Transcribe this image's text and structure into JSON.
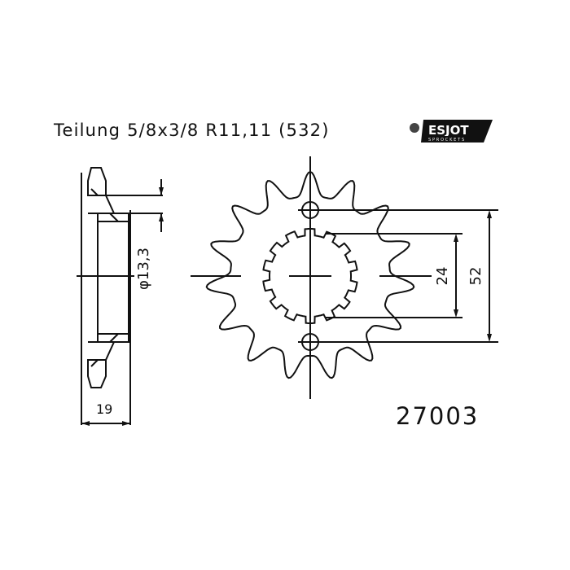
{
  "header": {
    "title": "Teilung 5/8x3/8 R11,11 (532)"
  },
  "logo": {
    "brand": "ESJOT",
    "subtext": "SPROCKETS",
    "dot_color": "#444444",
    "banner_color": "#111111",
    "text_color": "#ffffff"
  },
  "part_number": "27003",
  "drawing": {
    "stroke_color": "#111111",
    "sprocket": {
      "teeth": 15,
      "outer_radius": 128,
      "root_radius": 98
    },
    "spline": {
      "teeth": 14,
      "outer_radius": 58,
      "root_radius": 50
    },
    "dimensions": {
      "bolt_circle": "52",
      "spline_diameter": "24",
      "bore": "φ13,3",
      "width": "19"
    }
  }
}
